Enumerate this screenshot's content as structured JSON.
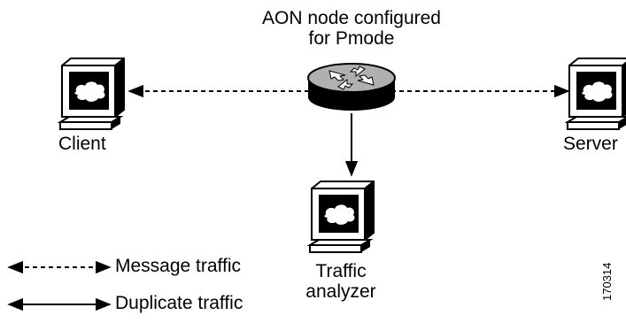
{
  "node": {
    "title_line1": "AON node configured",
    "title_line2": "for Pmode",
    "icon": "router-icon"
  },
  "client": {
    "label": "Client",
    "icon": "workstation-icon"
  },
  "server": {
    "label": "Server",
    "icon": "workstation-icon"
  },
  "analyzer": {
    "label_line1": "Traffic",
    "label_line2": "analyzer",
    "icon": "workstation-icon"
  },
  "legend": {
    "message_traffic": "Message traffic",
    "duplicate_traffic": "Duplicate traffic"
  },
  "figure_id": "170314",
  "colors": {
    "line": "#000000",
    "router_top": "#b0b0b0",
    "router_body": "#000000",
    "screen": "#000000",
    "cloud": "#ffffff"
  }
}
